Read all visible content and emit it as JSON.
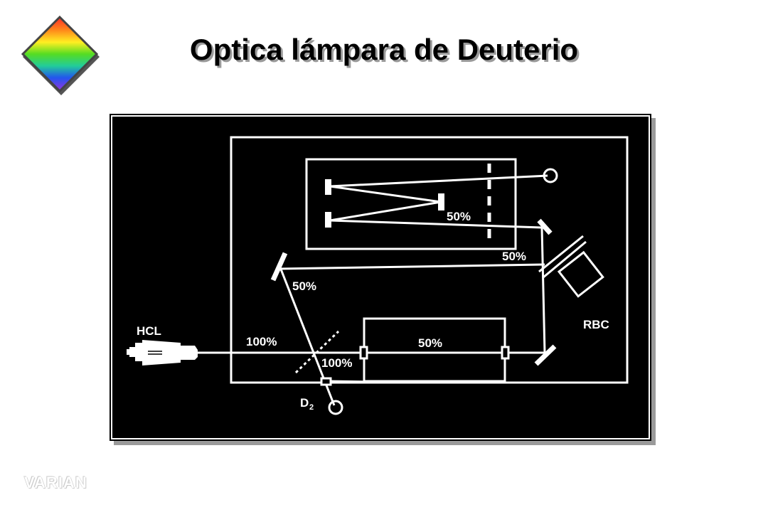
{
  "slide": {
    "title": "Optica lámpara de Deuterio"
  },
  "diagram": {
    "labels": {
      "hcl": "HCL",
      "rbc": "RBC",
      "d2_main": "D",
      "d2_sub": "2",
      "pct_mono_top": "50%",
      "pct_beam_right": "50%",
      "pct_mirror_left": "50%",
      "pct_sample": "50%",
      "pct_hcl": "100%",
      "pct_below_split": "100%"
    }
  },
  "footer": {
    "watermark": "VARIAN"
  },
  "colors": {
    "background": "#ffffff",
    "panel": "#000000",
    "lines": "#ffffff",
    "title_shadow": "#9a9a9a"
  }
}
